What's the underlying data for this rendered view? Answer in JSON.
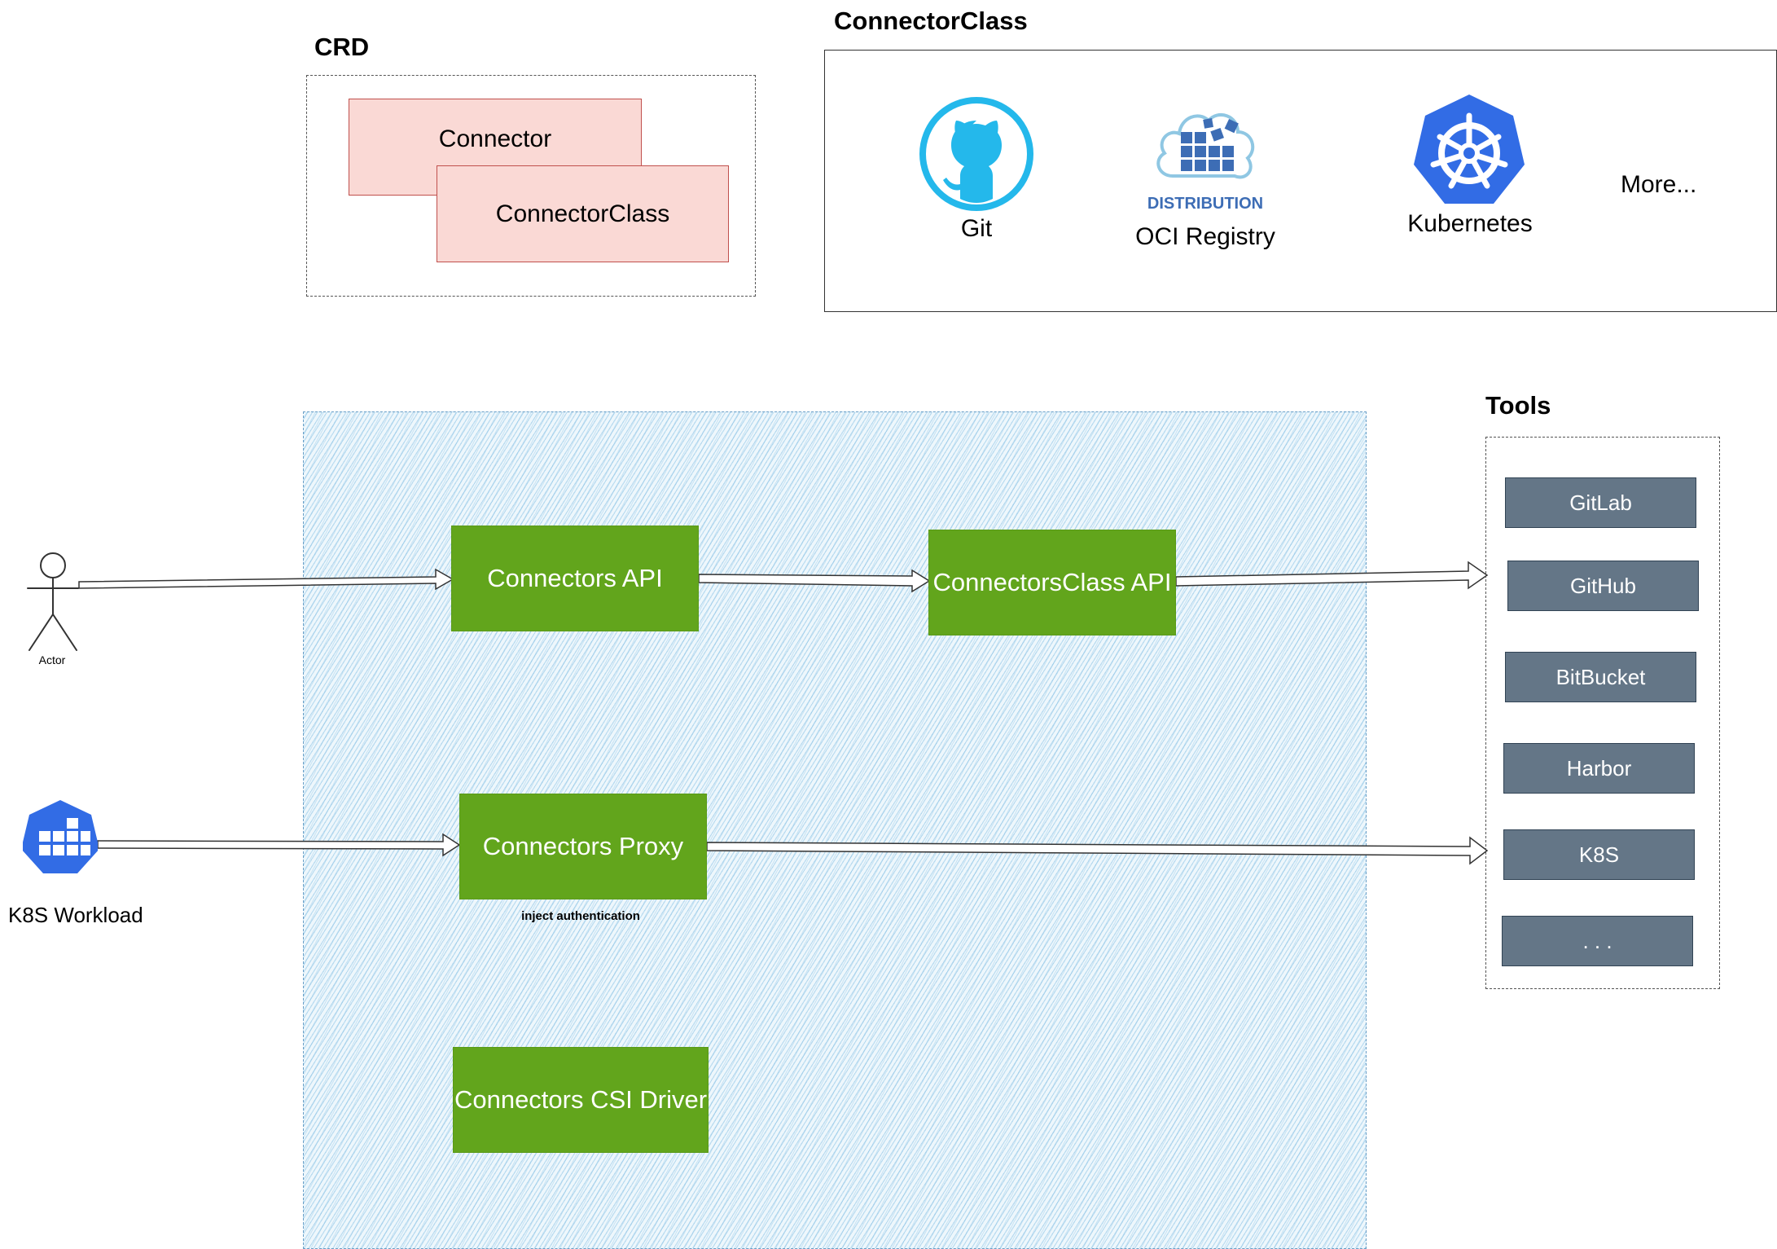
{
  "crd": {
    "title": "CRD",
    "cards": [
      "Connector",
      "ConnectorClass"
    ]
  },
  "connector_class": {
    "title": "ConnectorClass",
    "items": [
      {
        "label": "Git",
        "icon": "github-icon"
      },
      {
        "label": "OCI Registry",
        "icon": "distribution-icon",
        "logo_text": "DISTRIBUTION"
      },
      {
        "label": "Kubernetes",
        "icon": "kubernetes-icon"
      },
      {
        "label": "More...",
        "icon": ""
      }
    ]
  },
  "actors": {
    "actor_label": "Actor",
    "workload_label": "K8S Workload"
  },
  "components": {
    "api": "Connectors API",
    "class_api": "ConnectorsClass API",
    "proxy": "Connectors Proxy",
    "proxy_note": "inject authentication",
    "csi": "Connectors CSI Driver"
  },
  "tools": {
    "title": "Tools",
    "items": [
      "GitLab",
      "GitHub",
      "BitBucket",
      "Harbor",
      "K8S",
      ". . ."
    ]
  },
  "colors": {
    "component_green": "#62a51c",
    "tool_slate": "#647687",
    "crd_fill": "#fad9d5",
    "crd_border": "#c0504d",
    "k8s_blue": "#326ce5",
    "github_cyan": "#24b8eb"
  }
}
